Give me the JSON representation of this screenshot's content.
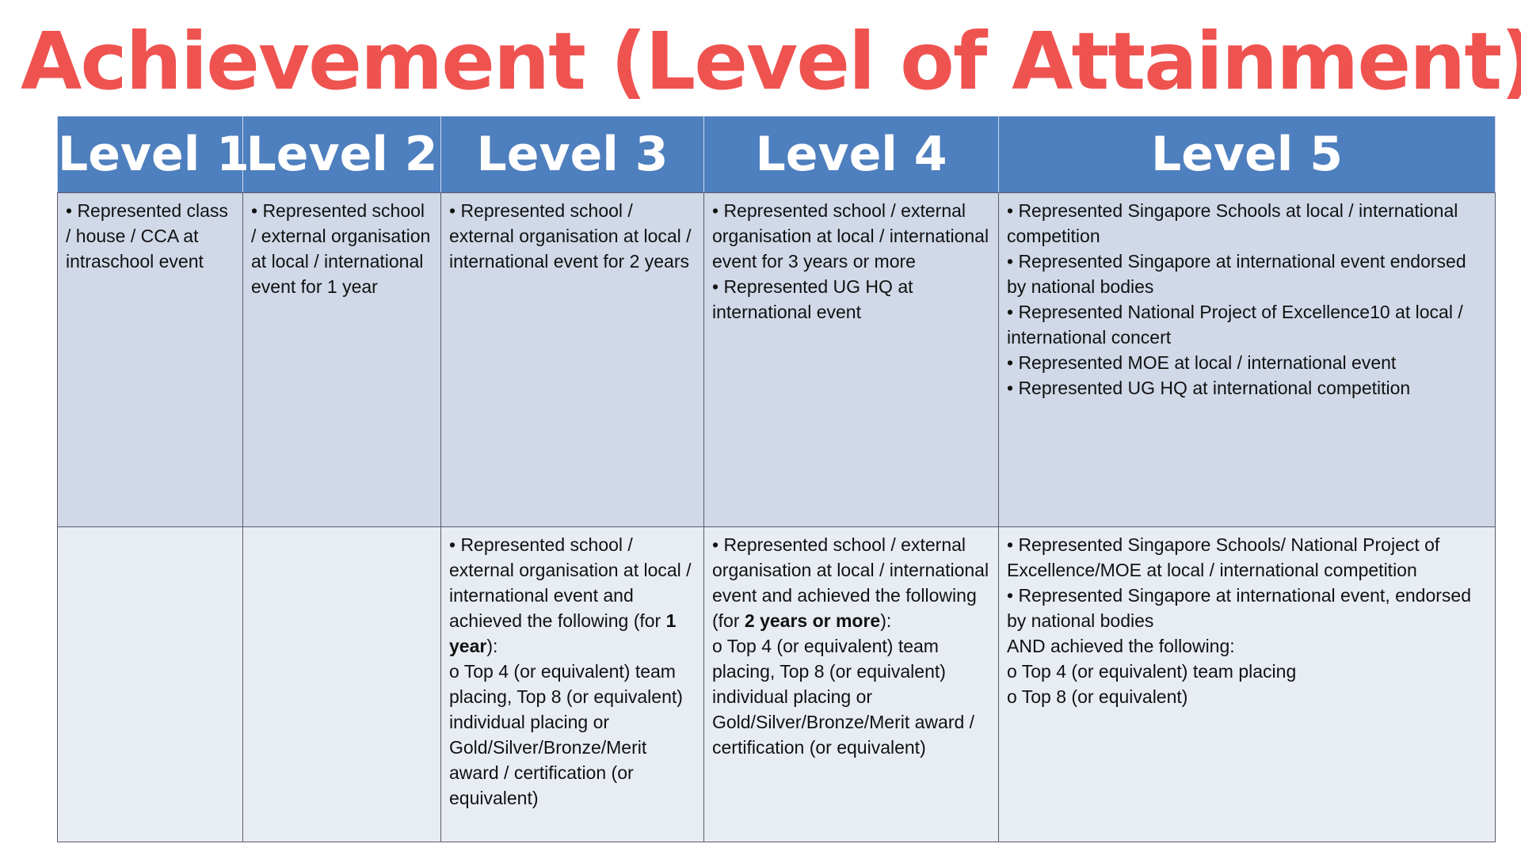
{
  "title": "Achievement (Level of Attainment)",
  "colors": {
    "title": "#ef5350",
    "header_bg": "#4e7fbe",
    "header_text": "#ffffff",
    "row1_bg": "#d1d9e8",
    "row2_bg": "#e8edf4"
  },
  "table": {
    "headers": [
      "Level 1",
      "Level 2",
      "Level 3",
      "Level 4",
      "Level 5"
    ],
    "rows": [
      [
        [
          "• Represented class / house / CCA at intraschool event"
        ],
        [
          "• Represented school / external organisation at local / international event for 1 year"
        ],
        [
          "• Represented school / external organisation at local / international event for 2 years"
        ],
        [
          "• Represented school / external organisation at local / international event for 3 years or more",
          "• Represented UG HQ at international event"
        ],
        [
          "• Represented Singapore Schools at local / international competition",
          "• Represented Singapore at international event endorsed by national bodies",
          "• Represented National Project of Excellence10 at local / international concert",
          "• Represented MOE at local / international event",
          "• Represented UG HQ at international competition"
        ]
      ],
      [
        [],
        [],
        [
          "• Represented school / external organisation at local / international event and achieved the following (for **1 year**):",
          "o Top 4 (or equivalent) team placing, Top 8 (or equivalent) individual placing or Gold/Silver/Bronze/Merit award / certification (or equivalent)"
        ],
        [
          "• Represented school / external organisation at local / international event and achieved the following (for **2 years or more**):",
          "o Top 4 (or equivalent) team placing, Top 8 (or equivalent) individual placing or Gold/Silver/Bronze/Merit award / certification (or equivalent)"
        ],
        [
          "• Represented Singapore Schools/ National Project of Excellence/MOE at local / international competition",
          "• Represented Singapore at international event, endorsed by national bodies",
          "AND achieved the following:",
          "o Top 4 (or equivalent) team placing",
          "o Top 8 (or equivalent)"
        ]
      ]
    ]
  }
}
